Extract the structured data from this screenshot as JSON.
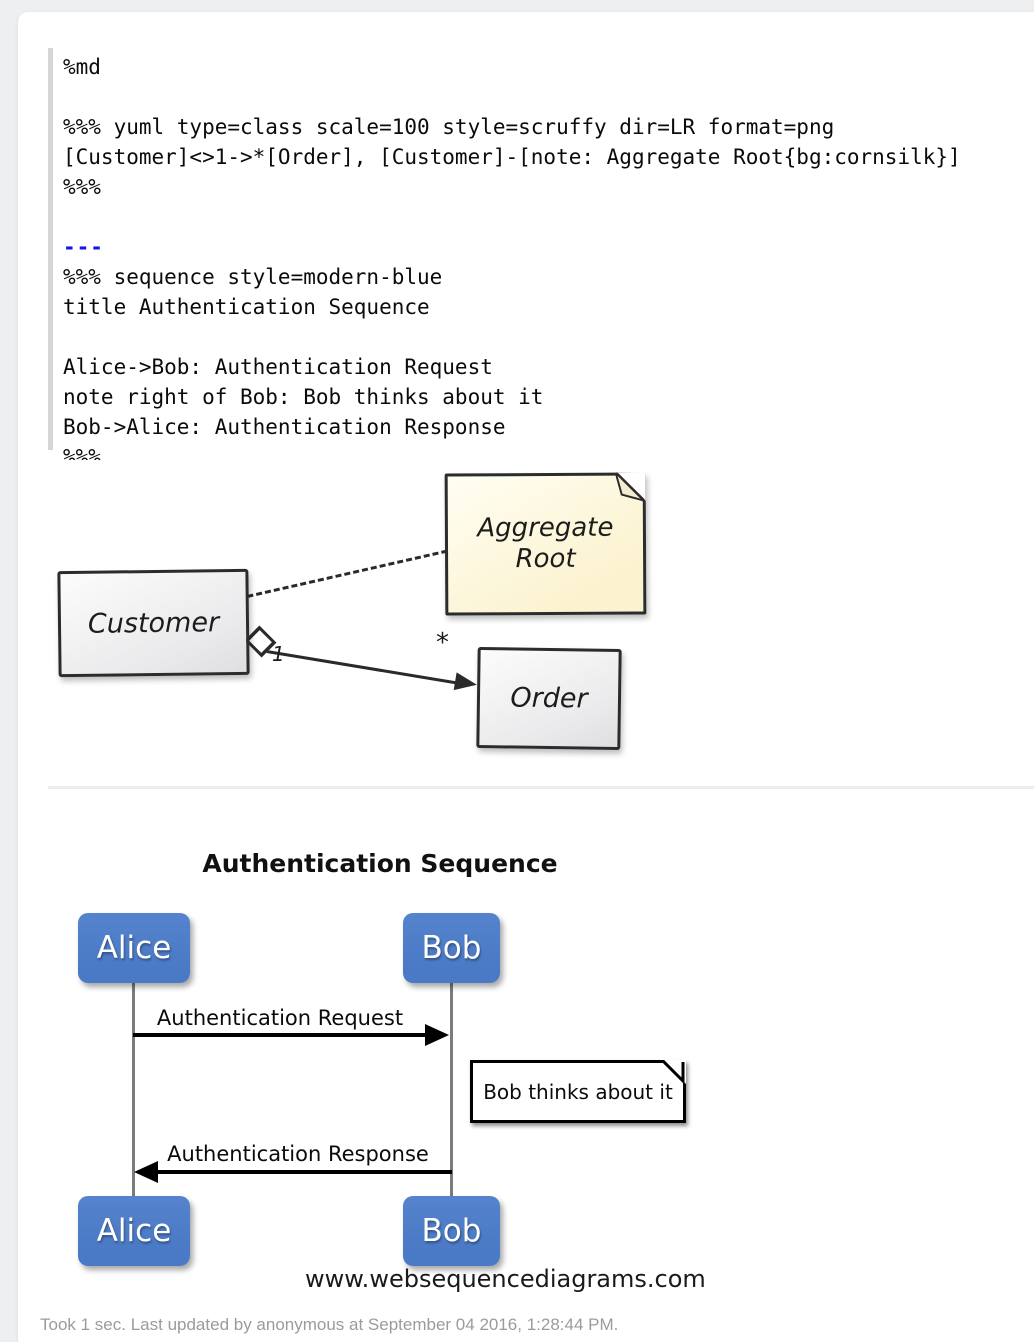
{
  "theme": {
    "page_bg": "#edeff1",
    "code_bar": "#d5d5d5",
    "hr_token_blue": "#1515e6",
    "actor_blue": "#4a79c5",
    "note_cream": "#fbf2cf"
  },
  "code": {
    "lines": [
      "%md",
      "",
      "%%% yuml type=class scale=100 style=scruffy dir=LR format=png",
      "[Customer]<>1->*[Order], [Customer]-[note: Aggregate Root{bg:cornsilk}]",
      "%%%",
      "",
      "---",
      "%%% sequence style=modern-blue",
      "title Authentication Sequence",
      "",
      "Alice->Bob: Authentication Request",
      "note right of Bob: Bob thinks about it",
      "Bob->Alice: Authentication Response",
      "%%%"
    ]
  },
  "uml": {
    "customer_label": "Customer",
    "order_label": "Order",
    "note_lines": [
      "Aggregate",
      "Root"
    ],
    "multiplicity_one": "1",
    "multiplicity_many": "*"
  },
  "sequence": {
    "title": "Authentication Sequence",
    "actors": [
      "Alice",
      "Bob"
    ],
    "messages": [
      {
        "from": "Alice",
        "to": "Bob",
        "label": "Authentication Request"
      },
      {
        "from": "Bob",
        "to": "Alice",
        "label": "Authentication Response"
      }
    ],
    "note": "Bob thinks about it",
    "credit": "www.websequencediagrams.com"
  },
  "footer": {
    "status": "Took 1 sec. Last updated by anonymous at September 04 2016, 1:28:44 PM."
  }
}
